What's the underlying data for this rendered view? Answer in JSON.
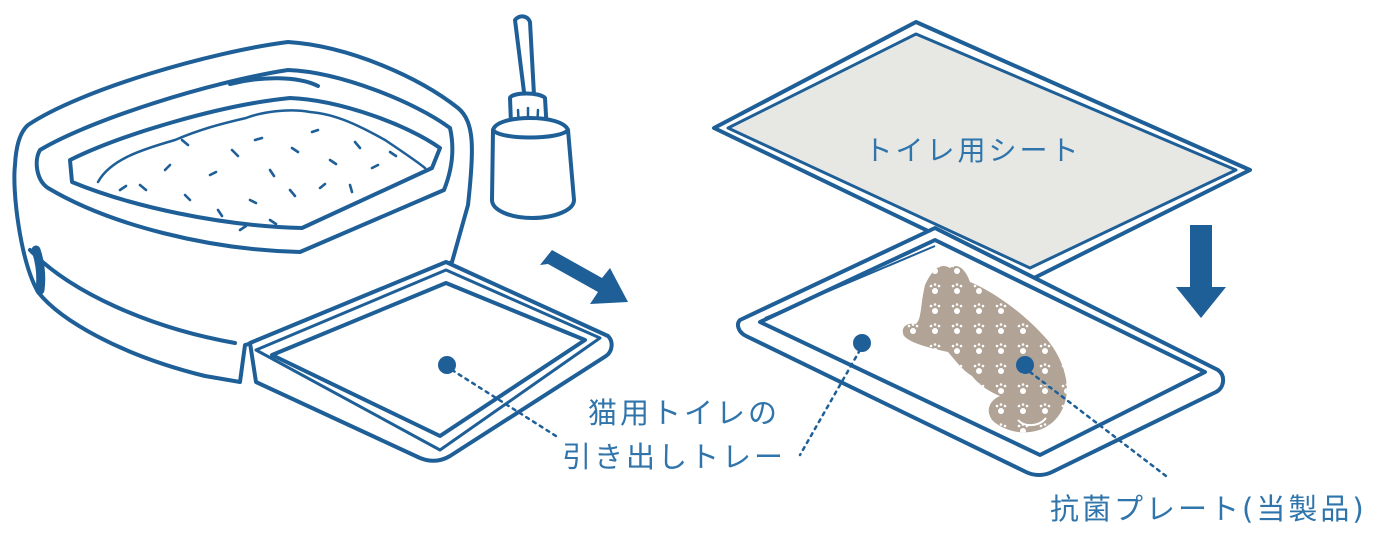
{
  "labels": {
    "tray_line1": "猫用トイレの",
    "tray_line2": "引き出しトレー",
    "sheet": "トイレ用シート",
    "plate": "抗菌プレート(当製品)"
  },
  "colors": {
    "line": "#1f5f97",
    "text": "#2f74ab",
    "sheet_fill": "#e7e8e4",
    "plate_fill": "#b1a497"
  },
  "icons": {
    "arrow_right": "right-arrow-icon",
    "arrow_down": "down-arrow-icon",
    "scoop": "scoop-icon",
    "litter_box": "litter-box-icon",
    "cat_plate": "cat-silhouette-icon"
  }
}
